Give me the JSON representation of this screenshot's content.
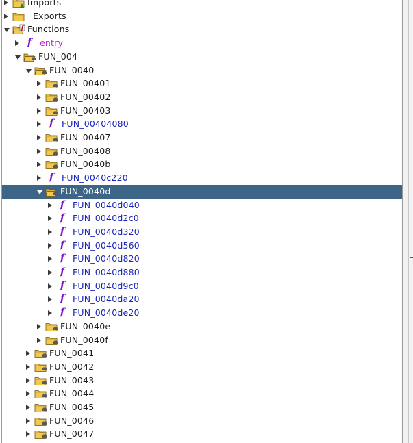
{
  "colors": {
    "selection": "#3c6587",
    "function_text": "#1a24b6",
    "entry_text": "#c026d3",
    "function_icon": "#7a10c8",
    "folder": "#f2c94c"
  },
  "tree": [
    {
      "label": "Imports",
      "type": "folder-imports",
      "level": 0,
      "state": "collapsed"
    },
    {
      "label": "Exports",
      "type": "folder-exports",
      "level": 0,
      "state": "collapsed"
    },
    {
      "label": "Functions",
      "type": "folder-functions",
      "level": 0,
      "state": "expanded"
    },
    {
      "label": "entry",
      "type": "entry",
      "level": 1,
      "state": "collapsed"
    },
    {
      "label": "FUN_004",
      "type": "folder",
      "level": 1,
      "state": "expanded"
    },
    {
      "label": "FUN_0040",
      "type": "folder",
      "level": 2,
      "state": "expanded"
    },
    {
      "label": "FUN_00401",
      "type": "folder",
      "level": 3,
      "state": "collapsed"
    },
    {
      "label": "FUN_00402",
      "type": "folder",
      "level": 3,
      "state": "collapsed"
    },
    {
      "label": "FUN_00403",
      "type": "folder",
      "level": 3,
      "state": "collapsed"
    },
    {
      "label": "FUN_00404080",
      "type": "function",
      "level": 3,
      "state": "collapsed"
    },
    {
      "label": "FUN_00407",
      "type": "folder",
      "level": 3,
      "state": "collapsed"
    },
    {
      "label": "FUN_00408",
      "type": "folder",
      "level": 3,
      "state": "collapsed"
    },
    {
      "label": "FUN_0040b",
      "type": "folder",
      "level": 3,
      "state": "collapsed"
    },
    {
      "label": "FUN_0040c220",
      "type": "function",
      "level": 3,
      "state": "collapsed"
    },
    {
      "label": "FUN_0040d",
      "type": "folder",
      "level": 3,
      "state": "expanded",
      "selected": true
    },
    {
      "label": "FUN_0040d040",
      "type": "function",
      "level": 4,
      "state": "collapsed"
    },
    {
      "label": "FUN_0040d2c0",
      "type": "function",
      "level": 4,
      "state": "collapsed"
    },
    {
      "label": "FUN_0040d320",
      "type": "function",
      "level": 4,
      "state": "collapsed"
    },
    {
      "label": "FUN_0040d560",
      "type": "function",
      "level": 4,
      "state": "collapsed"
    },
    {
      "label": "FUN_0040d820",
      "type": "function",
      "level": 4,
      "state": "collapsed"
    },
    {
      "label": "FUN_0040d880",
      "type": "function",
      "level": 4,
      "state": "collapsed"
    },
    {
      "label": "FUN_0040d9c0",
      "type": "function",
      "level": 4,
      "state": "collapsed"
    },
    {
      "label": "FUN_0040da20",
      "type": "function",
      "level": 4,
      "state": "collapsed"
    },
    {
      "label": "FUN_0040de20",
      "type": "function",
      "level": 4,
      "state": "collapsed"
    },
    {
      "label": "FUN_0040e",
      "type": "folder",
      "level": 3,
      "state": "collapsed"
    },
    {
      "label": "FUN_0040f",
      "type": "folder",
      "level": 3,
      "state": "collapsed"
    },
    {
      "label": "FUN_0041",
      "type": "folder",
      "level": 2,
      "state": "collapsed"
    },
    {
      "label": "FUN_0042",
      "type": "folder",
      "level": 2,
      "state": "collapsed"
    },
    {
      "label": "FUN_0043",
      "type": "folder",
      "level": 2,
      "state": "collapsed"
    },
    {
      "label": "FUN_0044",
      "type": "folder",
      "level": 2,
      "state": "collapsed"
    },
    {
      "label": "FUN_0045",
      "type": "folder",
      "level": 2,
      "state": "collapsed"
    },
    {
      "label": "FUN_0046",
      "type": "folder",
      "level": 2,
      "state": "collapsed"
    },
    {
      "label": "FUN_0047",
      "type": "folder",
      "level": 2,
      "state": "collapsed"
    }
  ]
}
